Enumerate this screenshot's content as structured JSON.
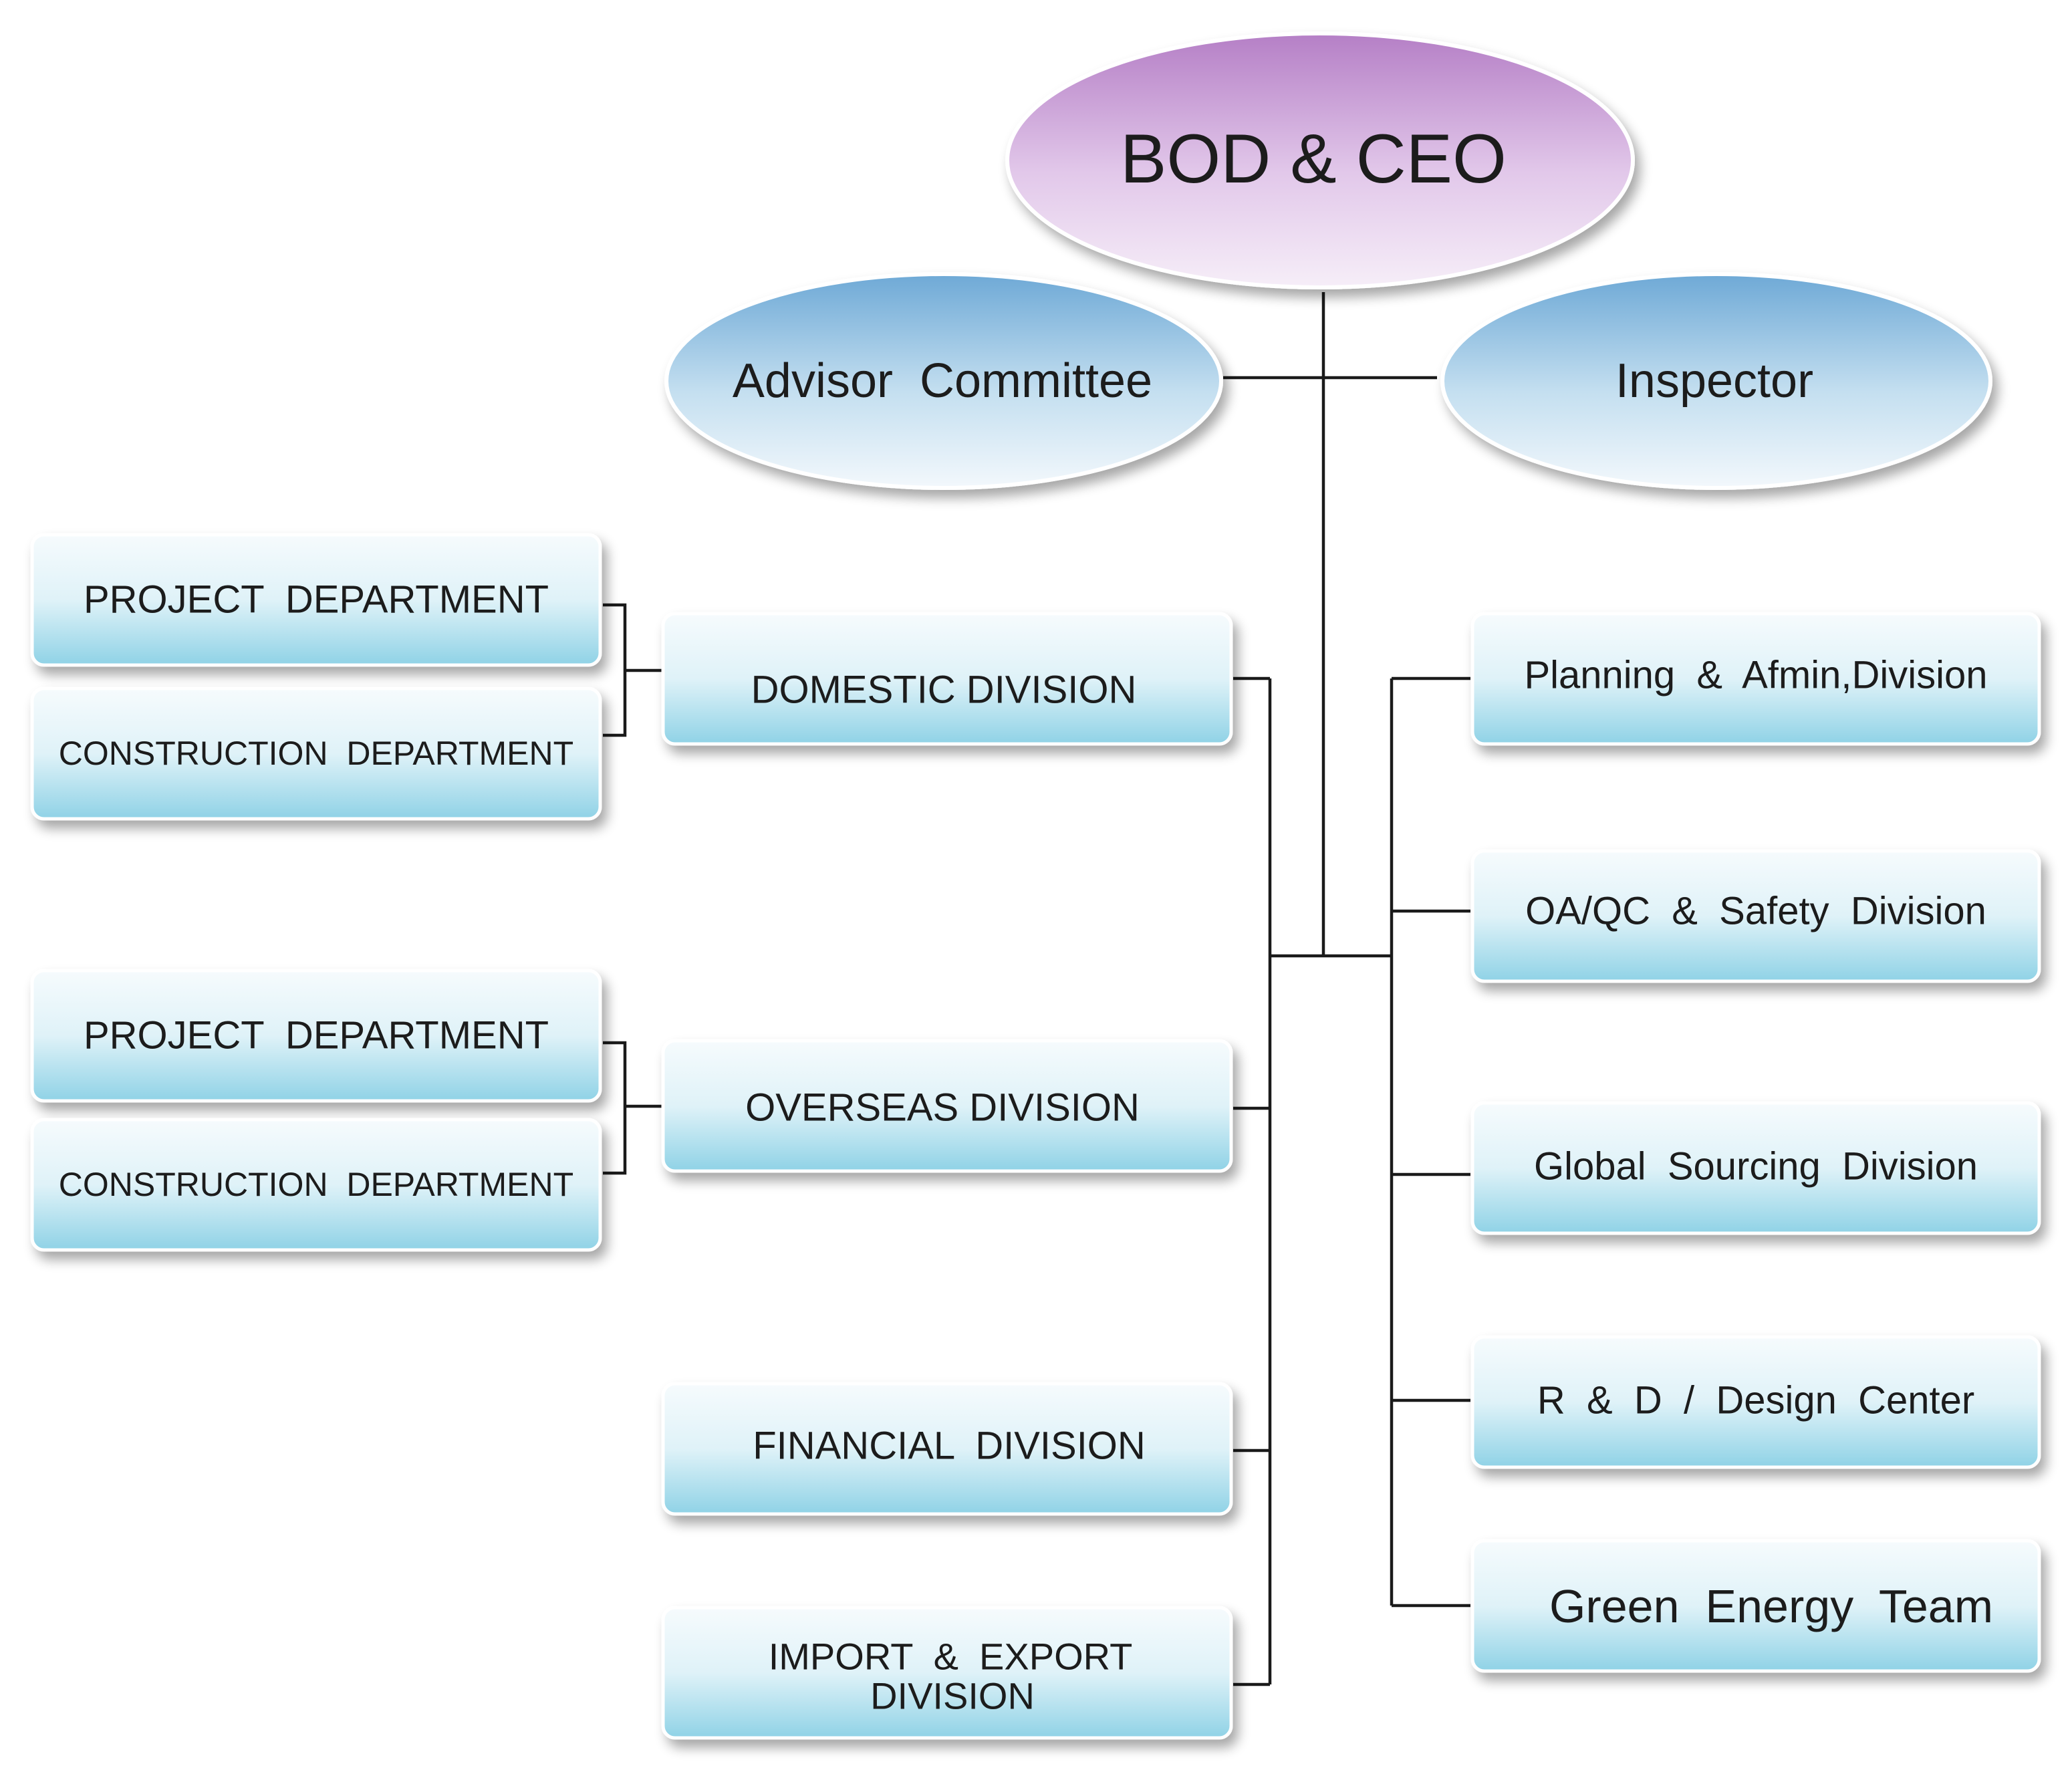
{
  "top": {
    "label": "BOD & CEO"
  },
  "staff": {
    "advisor": "Advisor  Committee",
    "inspector": "Inspector"
  },
  "left_divisions": [
    {
      "id": "domestic",
      "label": "DOMESTIC DIVISION",
      "departments": [
        "PROJECT  DEPARTMENT",
        "CONSTRUCTION  DEPARTMENT"
      ]
    },
    {
      "id": "overseas",
      "label": "OVERSEAS DIVISION",
      "departments": [
        "PROJECT  DEPARTMENT",
        "CONSTRUCTION  DEPARTMENT"
      ]
    },
    {
      "id": "financial",
      "label": "FINANCIAL  DIVISION",
      "departments": []
    },
    {
      "id": "import-export",
      "label": [
        "IMPORT  &  EXPORT",
        "DIVISION"
      ],
      "departments": []
    }
  ],
  "right_divisions": [
    "Planning  &  Afmin,Division",
    "OA/QC  &  Safety  Division",
    "Global  Sourcing  Division",
    "R  &  D  /  Design  Center",
    "Green  Energy  Team"
  ],
  "colors": {
    "ceo_top": "#b57fc6",
    "ceo_bottom": "#f6eef8",
    "oval_top": "#6ea9d6",
    "oval_bottom": "#f3f8fc",
    "box_top": "#f6fbfd",
    "box_bottom": "#8fd2e6",
    "line": "#1a1a1a"
  }
}
